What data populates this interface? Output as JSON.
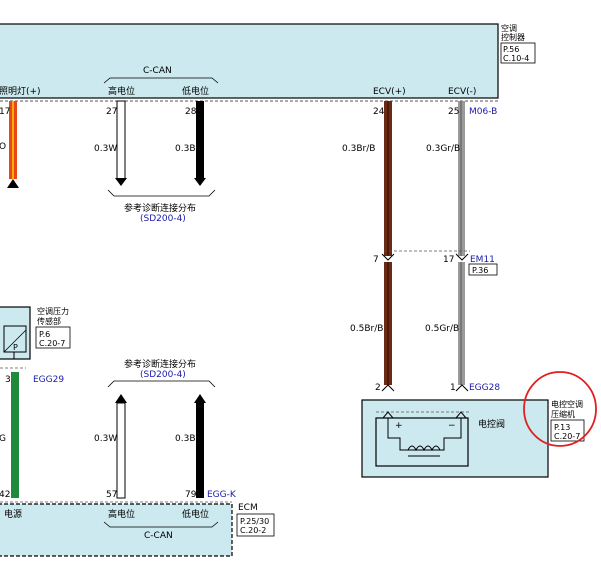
{
  "ac_controller": {
    "name_line1": "空调",
    "name_line2": "控制器",
    "ref_page": "P.56",
    "ref_conn": "C.10-4",
    "pin_illum": "照明灯(+)",
    "pin_ecv_pos": "ECV(+)",
    "pin_ecv_neg": "ECV(-)",
    "connector": "M06-B"
  },
  "ccan_top": {
    "title": "C-CAN",
    "high": "高电位",
    "low": "低电位",
    "pin_high": "27",
    "pin_low": "28",
    "wire_high": "0.3W",
    "wire_low": "0.3B"
  },
  "illum": {
    "pin": "17",
    "wire": "O"
  },
  "ecv_wires": {
    "pin_pos_top": "24",
    "pin_neg_top": "25",
    "wire_pos_top": "0.3Br/B",
    "wire_neg_top": "0.3Gr/B",
    "pin_pos_mid": "7",
    "pin_neg_mid": "17",
    "wire_pos_bottom": "0.5Br/B",
    "wire_neg_bottom": "0.5Gr/B",
    "pin_pos_bottom": "2",
    "pin_neg_bottom": "1"
  },
  "em11": {
    "name": "EM11",
    "page": "P.36"
  },
  "egg28": "EGG28",
  "diag_ref_top": {
    "line1": "参考诊断连接分布",
    "line2": "(SD200-4)"
  },
  "diag_ref_bottom": {
    "line1": "参考诊断连接分布",
    "line2": "(SD200-4)"
  },
  "pressure_sensor": {
    "line1": "空调压力",
    "line2": "传感部",
    "page": "P.6",
    "conn": "C.20-7",
    "pin": "3",
    "connector": "EGG29",
    "wire": "G",
    "symbol": "P"
  },
  "compressor": {
    "line1": "电控空调",
    "line2": "压缩机",
    "page": "P.13",
    "conn": "C.20-7",
    "valve": "电控阀",
    "plus": "+",
    "minus": "−"
  },
  "ecm": {
    "name": "ECM",
    "page": "P.25/30",
    "conn": "C.20-2",
    "pin_power": "42",
    "power": "电源",
    "pin_high": "57",
    "pin_low": "79",
    "high": "高电位",
    "low": "低电位",
    "bus": "C-CAN",
    "wire_high": "0.3W",
    "wire_low": "0.3B",
    "connector": "EGG-K"
  },
  "colors": {
    "box_fill": "#cbe9ef",
    "brown": "#6b2a14",
    "gray": "#9a9a9a",
    "green": "#1f8a3a",
    "orange": "#e8471a",
    "highlight": "#e02020"
  }
}
